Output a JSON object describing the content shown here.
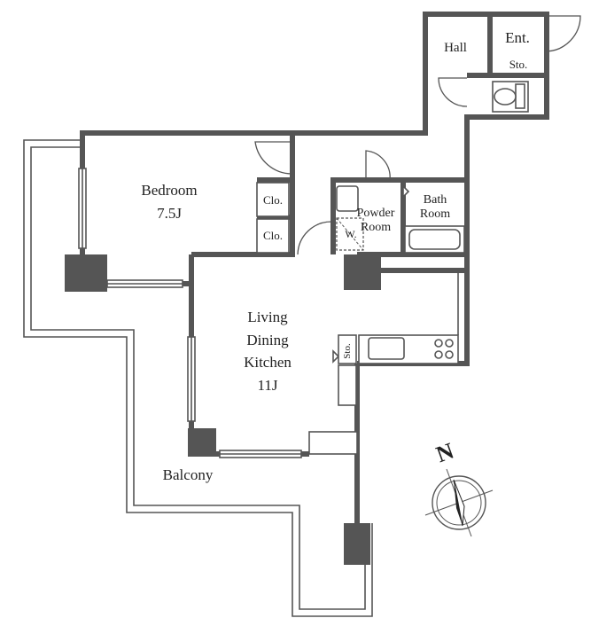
{
  "rooms": {
    "hall": "Hall",
    "entrance": "Ent.",
    "storage_entrance": "Sto.",
    "bedroom": "Bedroom",
    "bedroom_size": "7.5J",
    "closet_1": "Clo.",
    "closet_2": "Clo.",
    "powder_room_1": "Powder",
    "powder_room_2": "Room",
    "washer": "W.",
    "bath_room_1": "Bath",
    "bath_room_2": "Room",
    "ldk_1": "Living",
    "ldk_2": "Dining",
    "ldk_3": "Kitchen",
    "ldk_size": "11J",
    "storage_kitchen": "Sto.",
    "balcony": "Balcony"
  },
  "compass": {
    "label": "N",
    "icon": "compass-rose-icon"
  },
  "colors": {
    "wall": "#555555",
    "text": "#222222",
    "background": "#ffffff"
  }
}
